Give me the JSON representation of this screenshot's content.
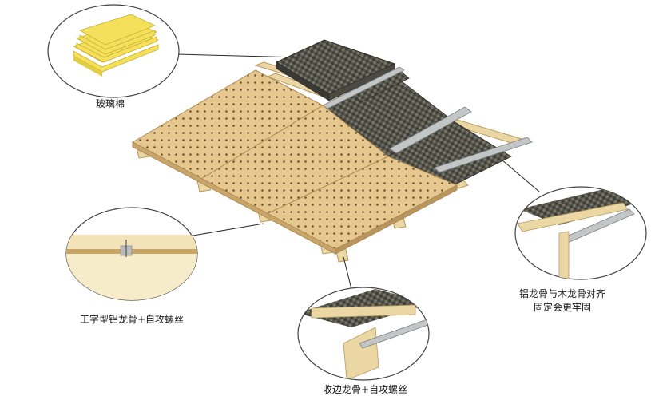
{
  "labels": {
    "glass_wool": "玻璃棉",
    "i_beam": "工字型铝龙骨+自攻螺丝",
    "edge_keel": "收边龙骨+自攻螺丝",
    "alignment_line1": "铝龙骨与木龙骨对齐",
    "alignment_line2": "固定会更牢固"
  },
  "colors": {
    "panel": "#e6c88e",
    "panel_edge": "#c9a56a",
    "perforation": "#6b5233",
    "mesh": "#4a4a44",
    "wood": "#ead7a4",
    "aluminum": "#b9bcbd",
    "wool": "#f3e05a",
    "leader": "#2a2a2a"
  },
  "icons": {
    "glass_wool": "glass-wool-stack-icon",
    "i_beam": "i-beam-joint-icon",
    "edge_keel": "edge-keel-icon",
    "alignment": "keel-alignment-icon"
  }
}
